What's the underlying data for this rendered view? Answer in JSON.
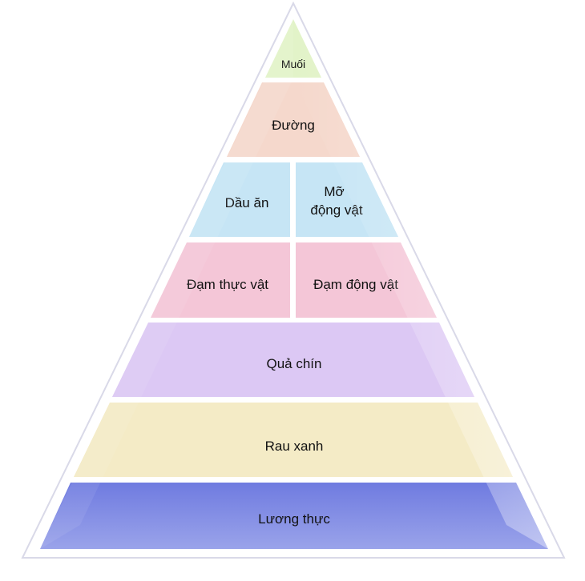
{
  "pyramid": {
    "tiers": {
      "salt": "Muối",
      "sugar": "Đường",
      "oil": "Dầu ăn",
      "animal_fat_line1": "Mỡ",
      "animal_fat_line2": "động vật",
      "plant_protein": "Đạm thực vật",
      "animal_protein": "Đạm động vật",
      "fruit": "Quả chín",
      "vegetables": "Rau xanh",
      "grains": "Lương thực"
    },
    "colors": {
      "salt": "#e2f3c8",
      "sugar": "#f5d8cc",
      "fats": "#c6e5f5",
      "protein": "#f4c6d7",
      "fruit": "#dcc8f4",
      "vegetables": "#f4ebc6",
      "grains": "#7c87e2",
      "outline": "#d9d9e8"
    }
  }
}
